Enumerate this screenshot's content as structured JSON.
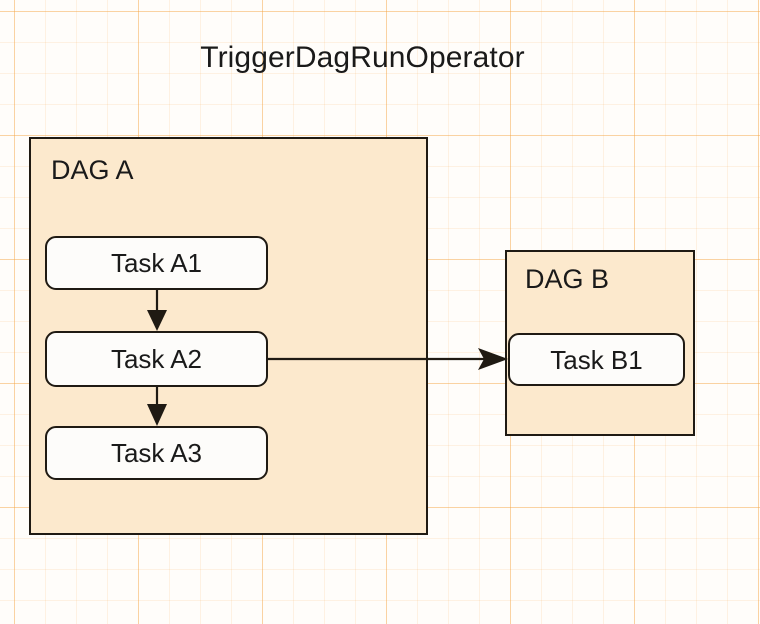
{
  "diagram": {
    "title": "TriggerDagRunOperator",
    "type": "flowchart",
    "colors": {
      "background": "#fffdfa",
      "grid_line": "#f4a442",
      "dag_fill": "#fce9cd",
      "task_fill": "#fdfcfa",
      "stroke": "#1f1a13",
      "text": "#1a1a1a"
    },
    "groups": [
      {
        "id": "dag-a",
        "label": "DAG A",
        "tasks": [
          {
            "id": "task-a1",
            "label": "Task A1"
          },
          {
            "id": "task-a2",
            "label": "Task A2"
          },
          {
            "id": "task-a3",
            "label": "Task A3"
          }
        ]
      },
      {
        "id": "dag-b",
        "label": "DAG B",
        "tasks": [
          {
            "id": "task-b1",
            "label": "Task B1"
          }
        ]
      }
    ],
    "edges": [
      {
        "id": "edge-a1-a2",
        "from": "task-a1",
        "to": "task-a2",
        "direction": "down",
        "arrowhead": true
      },
      {
        "id": "edge-a2-a3",
        "from": "task-a2",
        "to": "task-a3",
        "direction": "down",
        "arrowhead": true
      },
      {
        "id": "edge-a2-b1",
        "from": "task-a2",
        "to": "task-b1",
        "direction": "right",
        "arrowhead": true
      }
    ]
  }
}
